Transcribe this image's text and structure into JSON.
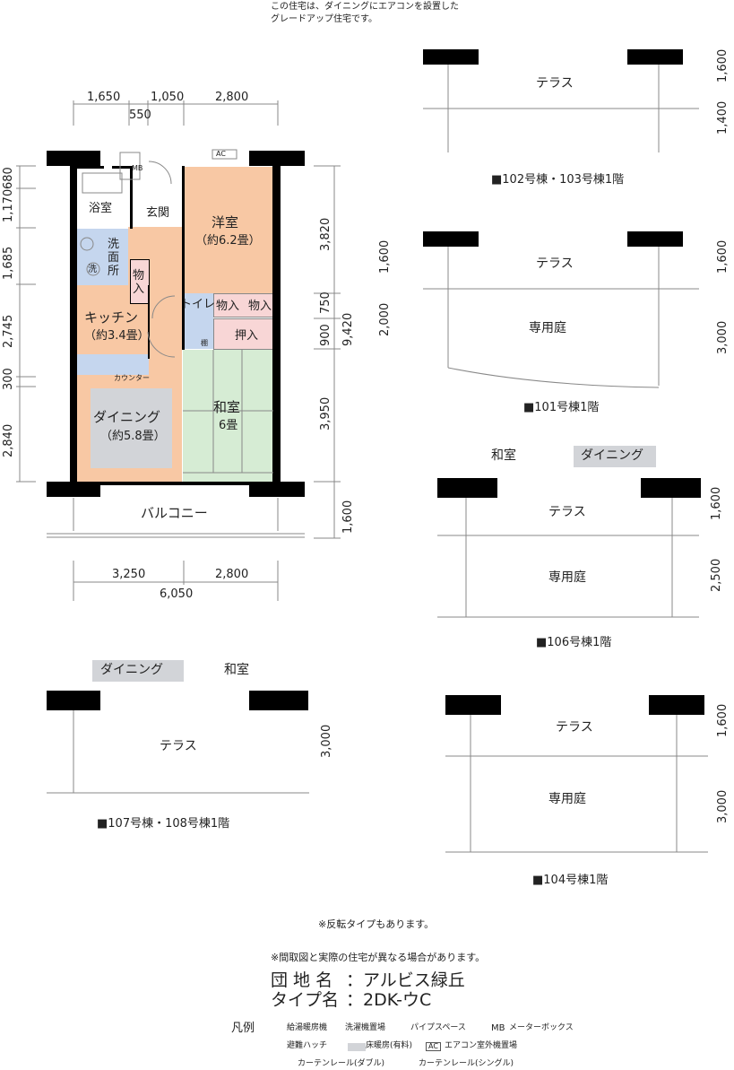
{
  "top_note": [
    "この住宅は、ダイニングにエアコンを設置した",
    "グレードアップ住宅です。"
  ],
  "plan": {
    "rooms": {
      "bath": "浴室",
      "entry": "玄関",
      "western": "洋室",
      "western_size": "（約6.2畳）",
      "wash": "洗\n面\n所",
      "storage1": "物\n入",
      "kitchen": "キッチン",
      "kitchen_size": "（約3.4畳）",
      "toilet": "トイレ",
      "storage2": "物入",
      "storage3": "物入",
      "closet": "押入",
      "shelf": "棚",
      "counter": "カウンター",
      "dining": "ダイニング",
      "dining_size": "（約5.8畳）",
      "japanese": "和室",
      "japanese_size": "6畳",
      "balcony": "バルコニー",
      "ac": "AC",
      "mb": "MB",
      "washer": "洗"
    },
    "dims_top": [
      "1,650",
      "1,050",
      "2,800",
      "550"
    ],
    "dims_left": [
      "680",
      "1,170",
      "1,685",
      "2,745",
      "300",
      "2,840"
    ],
    "dims_right": [
      "3,820",
      "750",
      "900",
      "9,420",
      "3,950",
      "1,600"
    ],
    "dims_bottom": [
      "3,250",
      "2,800",
      "6,050"
    ]
  },
  "variants": [
    {
      "caption": "■102号棟・103号棟1階",
      "labels": [
        "テラス"
      ],
      "dims": [
        "1,600",
        "1,400"
      ]
    },
    {
      "caption": "■101号棟1階",
      "labels": [
        "テラス",
        "専用庭"
      ],
      "dims": [
        "1,600",
        "2,000",
        "1,600",
        "3,000"
      ]
    },
    {
      "caption": "■106号棟1階",
      "labels": [
        "和室",
        "ダイニング",
        "テラス",
        "専用庭"
      ],
      "dims": [
        "1,600",
        "2,500"
      ]
    },
    {
      "caption": "■107号棟・108号棟1階",
      "labels": [
        "ダイニング",
        "和室",
        "テラス"
      ],
      "dims": [
        "3,000"
      ]
    },
    {
      "caption": "■104号棟1階",
      "labels": [
        "テラス",
        "専用庭"
      ],
      "dims": [
        "1,600",
        "3,000"
      ]
    }
  ],
  "notes": [
    "※反転タイプもあります。",
    "※間取図と実際の住宅が異なる場合があります。"
  ],
  "estate": {
    "label": "団 地 名",
    "value": "：アルビス緑丘"
  },
  "type": {
    "label": "タイプ名",
    "value": "：2DK-ウC"
  },
  "legend": {
    "title": "凡例",
    "items": [
      "給湯暖房機",
      "洗濯機置場",
      "パイプスペース",
      "MB",
      "メーターボックス",
      "避難ハッチ",
      "床暖房(有料)",
      "AC",
      "エアコン室外機置場",
      "カーテンレール(ダブル)",
      "カーテンレール(シングル)"
    ]
  },
  "colors": {
    "orange": "#f8c8a4",
    "blue": "#c5d6ee",
    "pink": "#f8d6d6",
    "green": "#d6ecd4",
    "gray": "#d2d4d8"
  }
}
